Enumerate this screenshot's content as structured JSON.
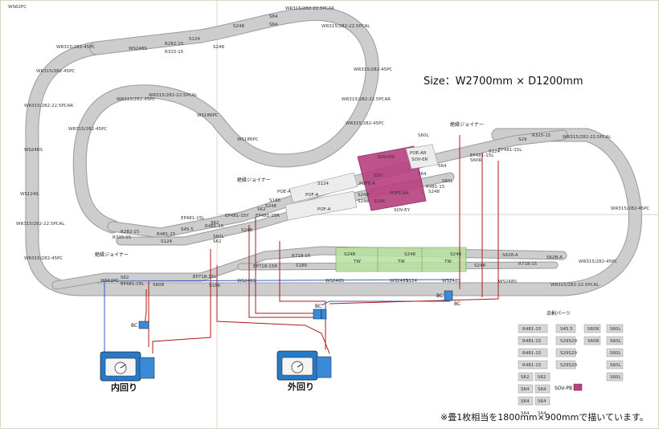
{
  "size_label": "Size：W2700mm × D1200mm",
  "footnote": "※畳1枚相当を1800mm×900mmで描いています。",
  "controller_inner": "内回り",
  "controller_outer": "外回り",
  "joiner_labels": [
    "絶縁ジョイナー",
    "絶縁ジョイナー",
    "絶縁ジョイナー"
  ],
  "spare_title": "余剰パーツ",
  "sov_pb": "SOV-PB",
  "bc_labels": [
    "BC",
    "BC",
    "BC",
    "BC"
  ],
  "colors": {
    "track": "#cdcdcd",
    "outline": "#9a9a9a",
    "station": "#a0306a",
    "platform": "#e8e8e8",
    "tunnel": "#b8e0a0",
    "wire_red": "#b01818",
    "wire_blue": "#3060c0",
    "controller": "#2a78c8"
  },
  "track_labels": [
    "S64",
    "WR315/282-22.5PCAR",
    "WR315/282-22.5PCAL",
    "WS248S",
    "R282-15",
    "S124",
    "S248",
    "WR315/282-45PC",
    "S64",
    "R315-15",
    "S248",
    "WR315/282-45PC",
    "WR315/282-45PC",
    "WR315/282-22.5PCAL",
    "WR315/282-45PC",
    "WR315/282-22.5PCAR",
    "WS186PC",
    "WS186PC",
    "WR315/282-45PC",
    "WS248S",
    "WS124S",
    "WR315/282-22.5PCAL",
    "WR315/282-45PC",
    "WR315/282-22.5PCAR",
    "WR315/282-45PC",
    "R282-15",
    "R315-15",
    "R481-15",
    "S124",
    "EP481-15L",
    "S62",
    "S45.5",
    "S60L",
    "S62",
    "EP481-15Y",
    "S248",
    "R481-15",
    "S248",
    "EP481-15R",
    "EP718-15R",
    "EP718-15L",
    "WS62PC",
    "S62",
    "S60R",
    "EP481-15L",
    "S186",
    "WS248S",
    "WS248S",
    "WS248S",
    "WS248S",
    "R718-15",
    "S186",
    "S248",
    "S628-A",
    "R718-15",
    "S62B-A",
    "WR315/282-45PC",
    "WR315/282-22.5PCAL",
    "WR315/282-45PC",
    "WR315/282-22.5PCAL",
    "R315-15",
    "S29",
    "S124",
    "EP481-15L",
    "EP481-15L",
    "S60R",
    "S60L",
    "R481-15",
    "S64",
    "S248",
    "S124",
    "POF-A",
    "POF-A",
    "POE-A",
    "POE-AR",
    "POFE-AR",
    "SOV",
    "SOV-EN",
    "SOV-EY",
    "SOV-ER",
    "POFE-A",
    "S248",
    "S248",
    "S248",
    "S64",
    "S186",
    "S62",
    "S60L",
    "S124",
    "WS248S",
    "WS62PC"
  ],
  "tunnel_labels": [
    "S248",
    "TW",
    "S248",
    "TW",
    "S248",
    "TW"
  ],
  "spare_parts": [
    "R481-15",
    "S45.5",
    "S60R",
    "S60L",
    "R481-15",
    "S29S29",
    "S60R",
    "S60L",
    "R481-15",
    "S29S29",
    "S60L",
    "R481-15",
    "S29S29",
    "S60L",
    "S62",
    "S62",
    "S60L",
    "S64",
    "S64",
    "S64",
    "S64",
    "S64",
    "S64"
  ]
}
